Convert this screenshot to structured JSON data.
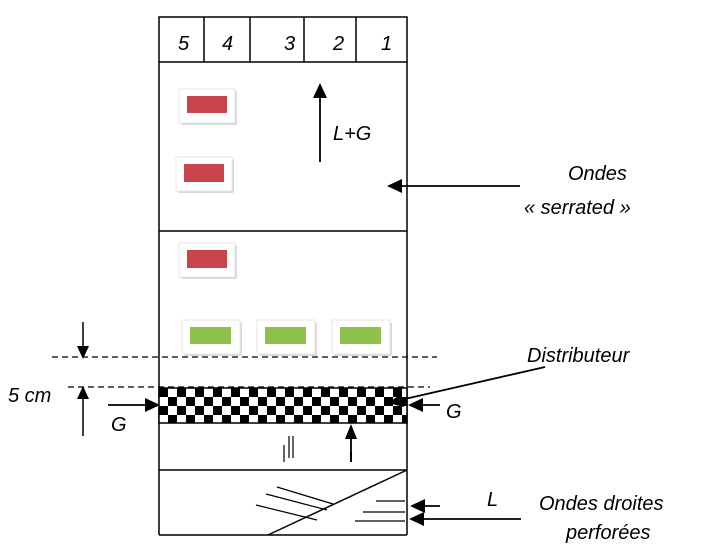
{
  "column_numbers": [
    "5",
    "4",
    "3",
    "2",
    "1"
  ],
  "labels": {
    "flow_up": "L+G",
    "ondes_line1": "Ondes",
    "ondes_line2": "« serrated »",
    "distributeur": "Distributeur",
    "spacing": "5 cm",
    "gas_left": "G",
    "gas_right": "G",
    "liquid": "L",
    "ondes_droites_line1": "Ondes droites",
    "ondes_droites_line2": "perforées"
  },
  "colors": {
    "stroke": "#000000",
    "red_marker": "#c8464b",
    "green_marker": "#8dc14a",
    "marker_shadow": "#d8d8d8"
  },
  "legend_markers": {
    "red_count": 3,
    "green_count": 3
  }
}
